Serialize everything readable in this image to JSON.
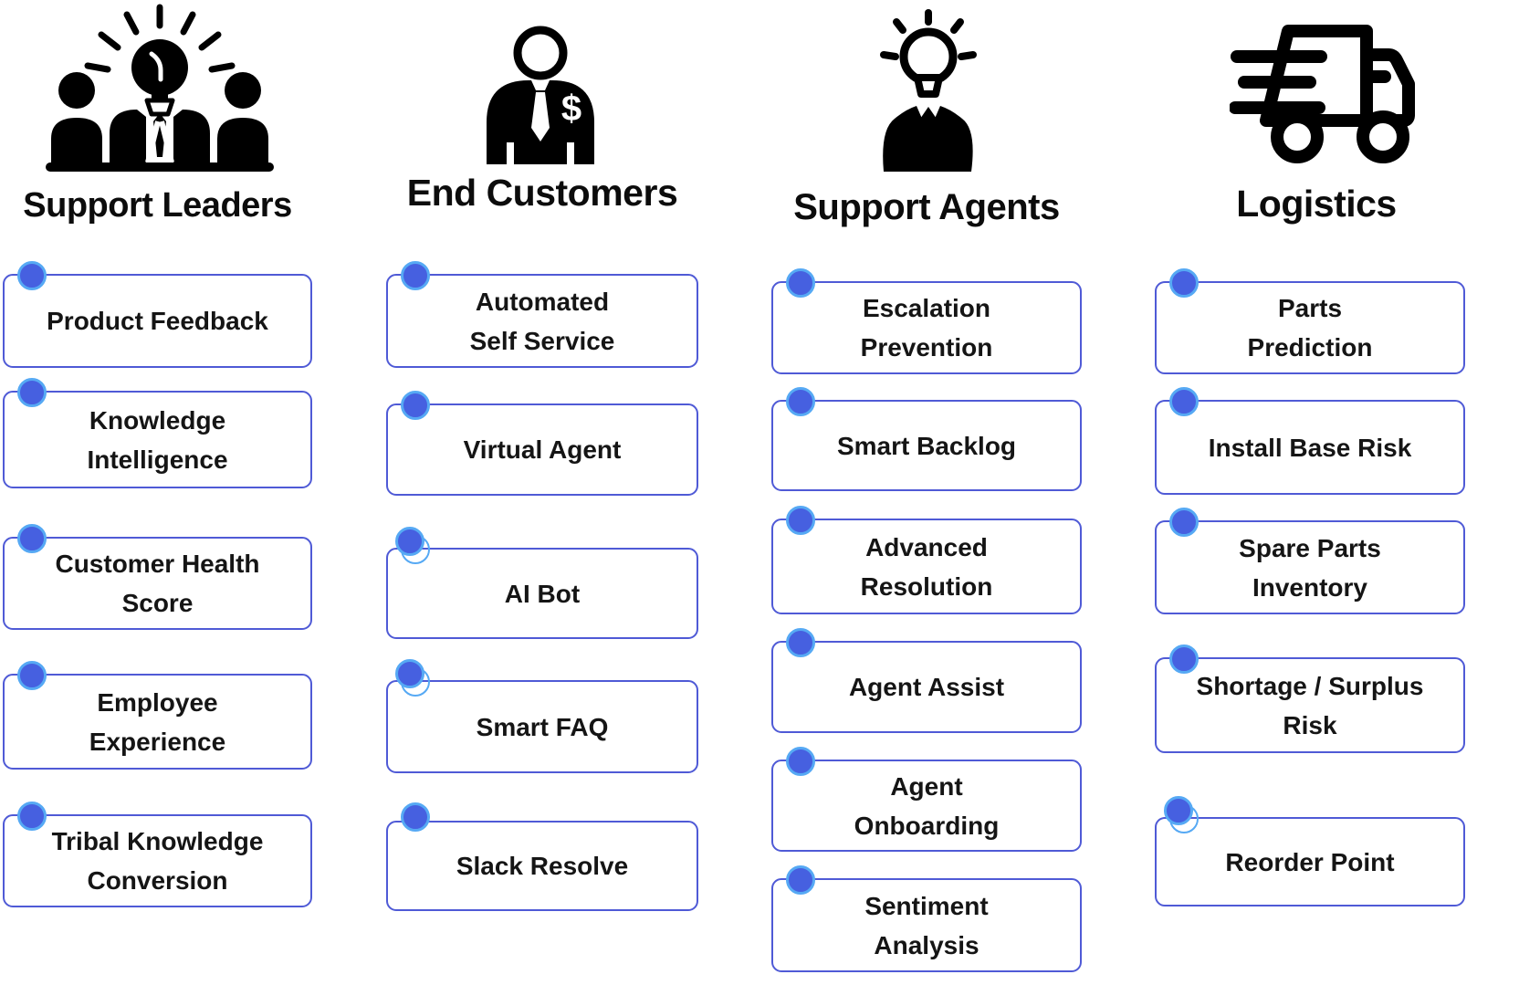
{
  "page": {
    "background": "#ffffff"
  },
  "colors": {
    "box_border": "#4f5ad6",
    "dot_fill": "#4660e0",
    "dot_ring": "#56a9f4",
    "text": "#151515",
    "title": "#0c0c0c",
    "icon": "#000000"
  },
  "columns": [
    {
      "title": "Support Leaders",
      "icon": "team-lightbulb-icon",
      "items": [
        "Product Feedback",
        "Knowledge\nIntelligence",
        "Customer Health\nScore",
        "Employee\nExperience",
        "Tribal Knowledge\nConversion"
      ]
    },
    {
      "title": "End Customers",
      "icon": "businessman-dollar-icon",
      "items": [
        "Automated\nSelf Service",
        "Virtual Agent",
        "AI Bot",
        "Smart FAQ",
        "Slack Resolve"
      ]
    },
    {
      "title": "Support Agents",
      "icon": "agent-lightbulb-icon",
      "items": [
        "Escalation\nPrevention",
        "Smart Backlog",
        "Advanced\nResolution",
        "Agent Assist",
        "Agent\nOnboarding",
        "Sentiment\nAnalysis"
      ]
    },
    {
      "title": "Logistics",
      "icon": "delivery-truck-icon",
      "items": [
        "Parts\nPrediction",
        "Install Base Risk",
        "Spare Parts\nInventory",
        "Shortage / Surplus\nRisk",
        "Reorder Point"
      ]
    }
  ]
}
